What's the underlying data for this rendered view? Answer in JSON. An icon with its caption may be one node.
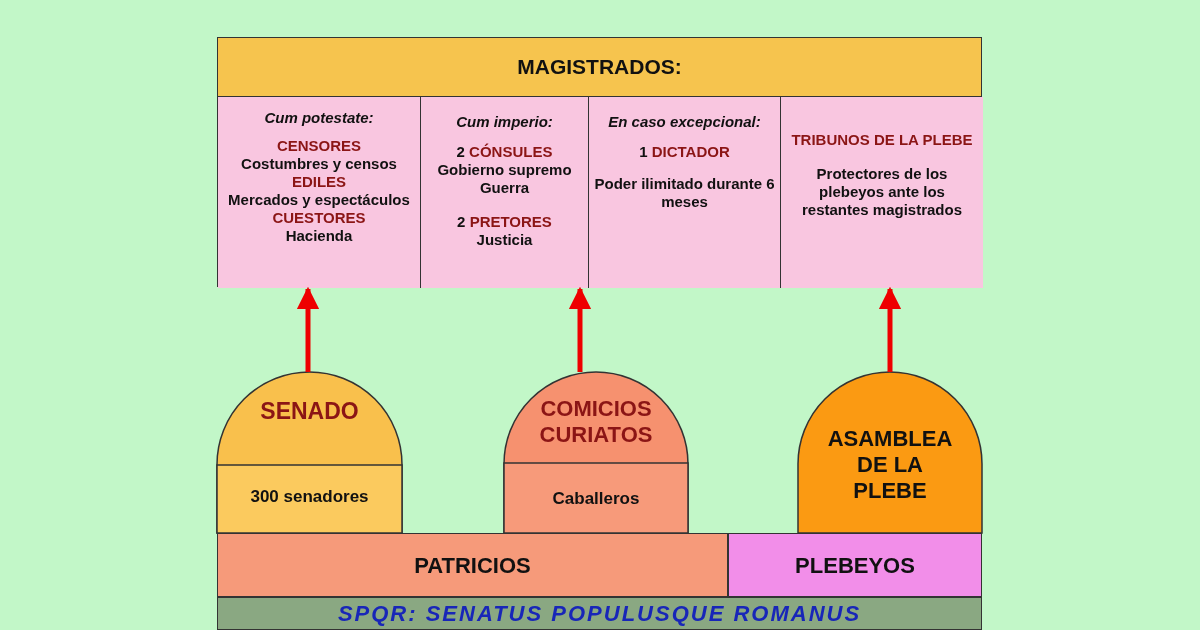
{
  "diagram": {
    "nodes": [
      {
        "text": [
          "MAGISTRADOS:"
        ]
      },
      {
        "text": [
          "Cum potestate:",
          "CENSORES",
          "Costumbres y censos",
          "EDILES",
          "Mercados y espectáculos",
          "CUESTORES",
          "Hacienda"
        ],
        "in": 0
      },
      {
        "text": [
          "Cum imperio:",
          "2 **CÓNSULES**",
          "Gobierno supremo",
          "Guerra",
          "2 **PRETORES**",
          "Justicia"
        ],
        "in": 0
      },
      {
        "text": [
          "En caso excepcional:",
          "1 **DICTADOR**",
          "Poder ilimitado durante 6 meses"
        ],
        "in": 0
      },
      {
        "text": [
          "TRIBUNOS DE LA PLEBE",
          "Protectores de los plebeyos ante los restantes magistrados"
        ],
        "in": 0
      },
      {
        "text": [
          "SENADO",
          "300 senadores"
        ]
      },
      {
        "text": [
          "COMICIOS CURIATOS",
          "Caballeros"
        ]
      },
      {
        "text": [
          "ASAMBLEA DE LA PLEBE"
        ]
      },
      {
        "text": [
          "PATRICIOS"
        ]
      },
      {
        "text": [
          "PLEBEYOS"
        ]
      },
      {
        "text": [
          "SPQR: SENATUS POPULUSQUE ROMANUS"
        ]
      }
    ],
    "edges": [
      {
        "from": 5,
        "to": 1,
        "arrow": "to",
        "color": "#ee0000"
      },
      {
        "from": 6,
        "to": 2,
        "arrow": "to",
        "color": "#ee0000"
      },
      {
        "from": 7,
        "to": 4,
        "arrow": "to",
        "color": "#ee0000"
      }
    ]
  }
}
